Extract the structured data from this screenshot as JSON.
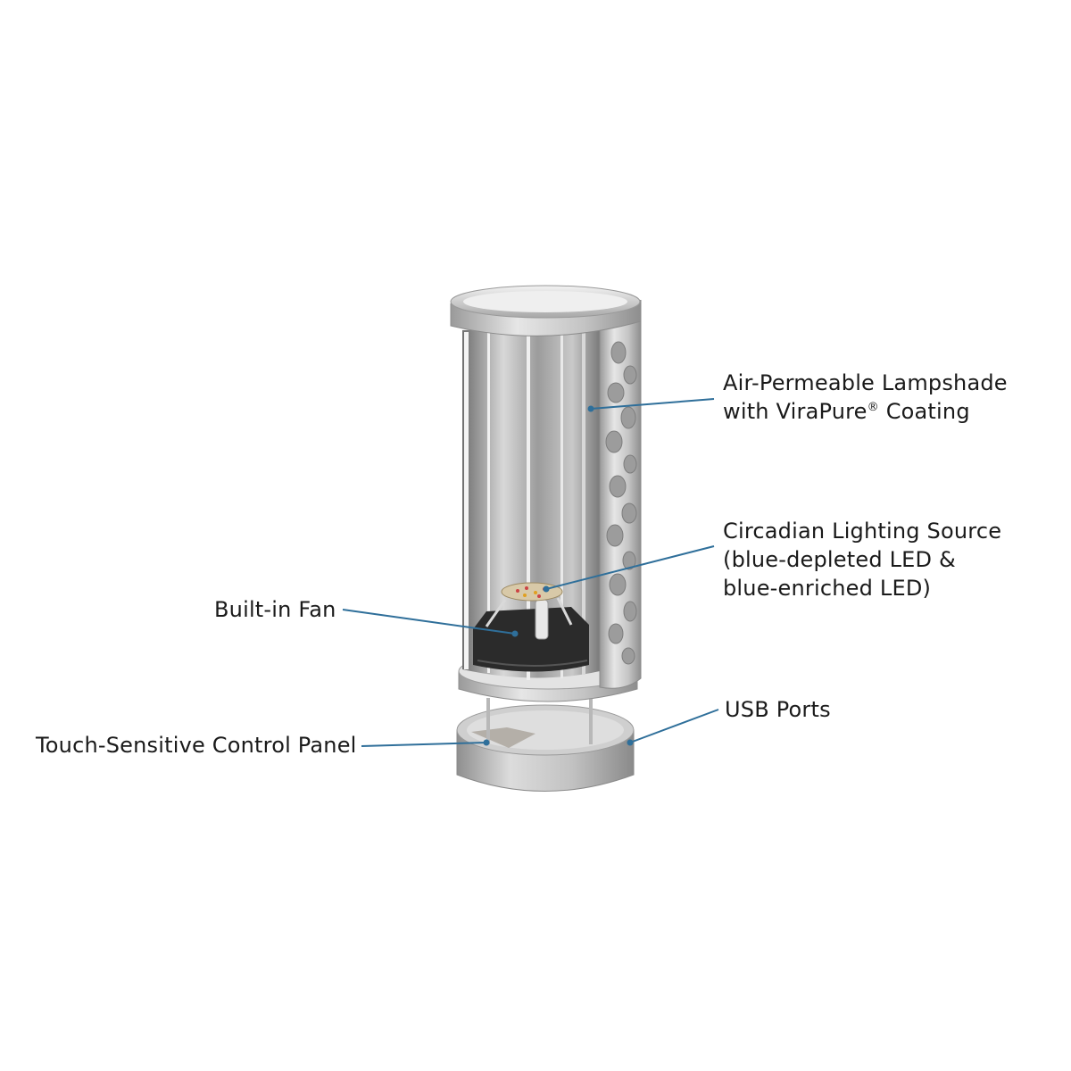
{
  "labels": {
    "lampshade_line1": "Air-Permeable Lampshade",
    "lampshade_line2_a": "with ViraPure",
    "lampshade_line2_reg": "®",
    "lampshade_line2_b": " Coating",
    "circadian_line1": "Circadian Lighting Source",
    "circadian_line2": "(blue-depleted LED &",
    "circadian_line3": "blue-enriched LED)",
    "fan": "Built-in Fan",
    "usb": "USB Ports",
    "touch": "Touch-Sensitive Control Panel"
  },
  "colors": {
    "background": "#ffffff",
    "leader_line": "#2f6f9a",
    "text": "#1a1a1a",
    "metal_light": "#e2e2e2",
    "metal_mid": "#b9b9b9",
    "metal_dark": "#8c8c8c"
  }
}
